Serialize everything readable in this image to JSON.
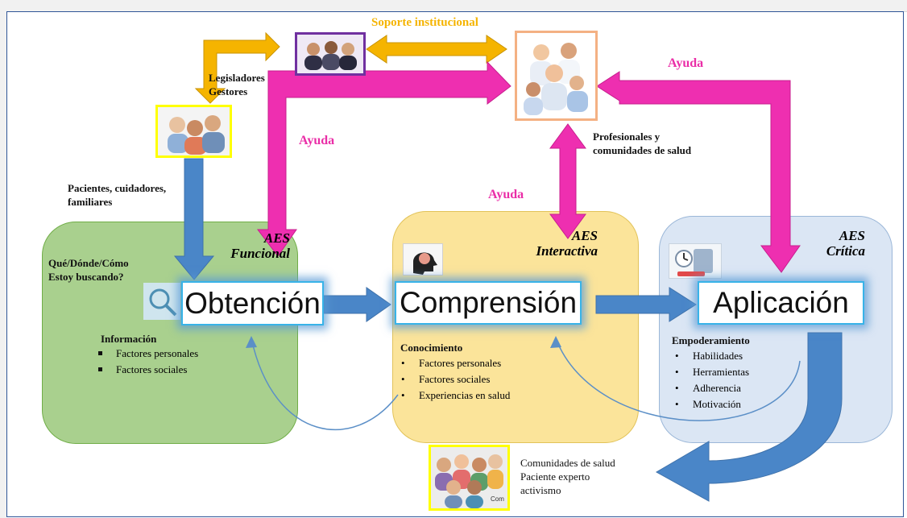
{
  "top_label": "Soporte institucional",
  "help_labels": [
    "Ayuda",
    "Ayuda",
    "Ayuda"
  ],
  "actors": {
    "legislators": [
      "Legisladores",
      "Gestores"
    ],
    "professionals": [
      "Profesionales y",
      "comunidades de salud"
    ],
    "patients": [
      "Pacientes, cuidadores,",
      "familiares"
    ],
    "communities": [
      "Comunidades de salud",
      "Paciente experto",
      "activismo"
    ]
  },
  "stages": [
    {
      "aes": [
        "AES",
        "Funcional"
      ],
      "label": "Obtención",
      "question": [
        "Qué/Dónde/Cómo",
        "Estoy buscando?"
      ],
      "heading": "Información",
      "items": [
        "Factores personales",
        "Factores sociales"
      ]
    },
    {
      "aes": [
        "AES",
        "Interactiva"
      ],
      "label": "Comprensión",
      "heading": "Conocimiento",
      "items": [
        "Factores personales",
        "Factores sociales",
        "Experiencias en salud"
      ]
    },
    {
      "aes": [
        "AES",
        "Crítica"
      ],
      "label": "Aplicación",
      "heading": "Empoderamiento",
      "items": [
        "Habilidades",
        "Herramientas",
        "Adherencia",
        "Motivación"
      ]
    }
  ],
  "icon_caption": "Com",
  "colors": {
    "help_arrow": "#ee2fb0",
    "support_arrow": "#f5b400",
    "flow_arrow": "#4a86c8",
    "panel_funcional": "#a9d08e",
    "panel_interactiva": "#fbe49a",
    "panel_critica": "#dbe6f4"
  }
}
